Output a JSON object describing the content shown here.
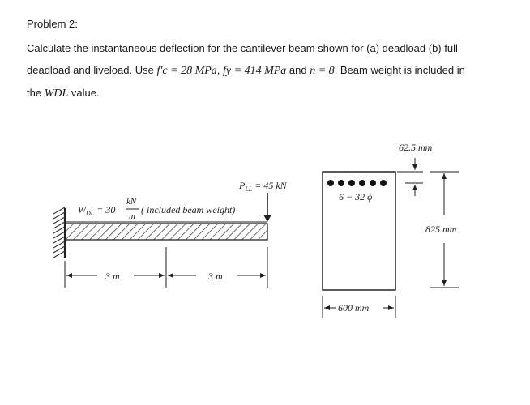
{
  "problem": {
    "title": "Problem 2:",
    "line1": "Calculate the instantaneous deflection for the cantilever beam shown for (a) deadload (b) full",
    "line2_prefix": "deadload and liveload. Use ",
    "fc_symbol": "f′c",
    "fc_value": " = 28 MPa",
    "fy_symbol": "fy",
    "fy_value": " = 414 MPa",
    "and_text": " and ",
    "n_text": "n = 8",
    "line2_suffix": ". Beam weight is included in",
    "line3_prefix": "the ",
    "wdl_symbol": "WDL",
    "line3_suffix": " value."
  },
  "figure": {
    "point_load": "P",
    "point_load_sub": "LL",
    "point_load_value": " = 45 kN",
    "dist_load": "W",
    "dist_load_sub": "DL",
    "dist_load_eq": " = 30",
    "dist_load_unit_num": "kN",
    "dist_load_unit_den": "m",
    "dist_load_note": "( included beam weight)",
    "span1": "3 m",
    "span2": "3 m",
    "cover": "62.5 mm",
    "rebar": "6 − 32 ϕ",
    "depth": "825 mm",
    "width": "600 mm"
  }
}
